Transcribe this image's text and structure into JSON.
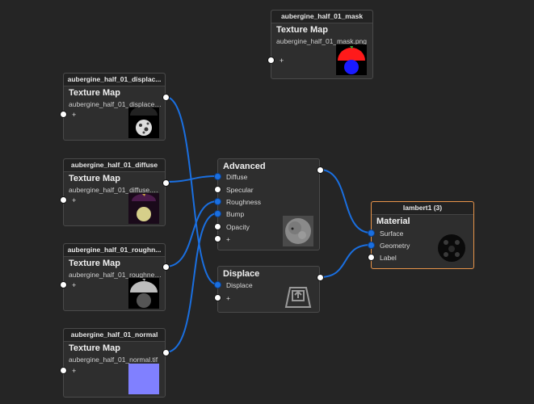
{
  "nodes": {
    "mask": {
      "header": "aubergine_half_01_mask",
      "title": "Texture Map",
      "file": "aubergine_half_01_mask.png",
      "plus": "+"
    },
    "displacement": {
      "header": "aubergine_half_01_displac...",
      "title": "Texture Map",
      "file": "aubergine_half_01_displacem...",
      "plus": "+"
    },
    "diffuse": {
      "header": "aubergine_half_01_diffuse",
      "title": "Texture Map",
      "file": "aubergine_half_01_diffuse.png",
      "plus": "+"
    },
    "roughness": {
      "header": "aubergine_half_01_roughn...",
      "title": "Texture Map",
      "file": "aubergine_half_01_roughness...",
      "plus": "+"
    },
    "normal": {
      "header": "aubergine_half_01_normal",
      "title": "Texture Map",
      "file": "aubergine_half_01_normal.tif",
      "plus": "+"
    },
    "advanced": {
      "title": "Advanced",
      "ports": [
        "Diffuse",
        "Specular",
        "Roughness",
        "Bump",
        "Opacity"
      ],
      "plus": "+"
    },
    "displace": {
      "title": "Displace",
      "ports": [
        "Displace"
      ],
      "plus": "+"
    },
    "material": {
      "header": "lambert1 (3)",
      "title": "Material",
      "ports": [
        "Surface",
        "Geometry",
        "Label"
      ]
    }
  },
  "colors": {
    "wire": "#1a6fe0",
    "selected_border": "#e8944a",
    "background": "#252525"
  }
}
